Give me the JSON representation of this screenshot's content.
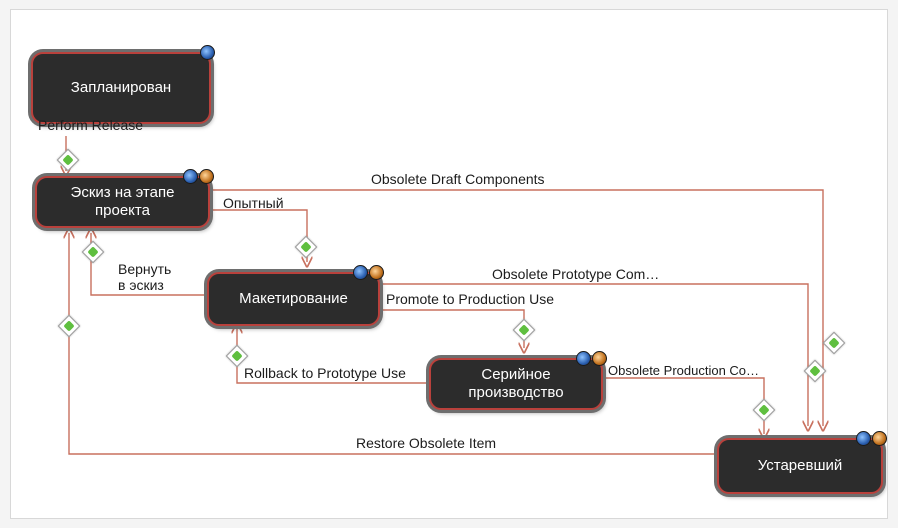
{
  "colors": {
    "node_fill": "#2c2c2c",
    "node_border": "#b9413c",
    "connector": "#c8705e",
    "transition_icon": "#5fbf3f"
  },
  "states": {
    "planned": "Запланирован",
    "draft": "Эскиз на этапе\nпроекта",
    "prototype": "Макетирование",
    "production": "Серийное\nпроизводство",
    "obsolete": "Устаревший"
  },
  "transitions": {
    "perform_release": "Perform Release",
    "obsolete_draft": "Obsolete Draft Components",
    "opytny": "Опытный",
    "vernut": "Вернуть\nв эскиз",
    "obsolete_prototype": "Obsolete Prototype Com…",
    "promote_production": "Promote to Production Use",
    "rollback_prototype": "Rollback to Prototype Use",
    "obsolete_production": "Obsolete Production Co…",
    "restore_obsolete": "Restore Obsolete Item"
  },
  "icons": {
    "state_badge": "status-icon",
    "state_gear": "gear-icon",
    "transition": "transition-icon"
  }
}
